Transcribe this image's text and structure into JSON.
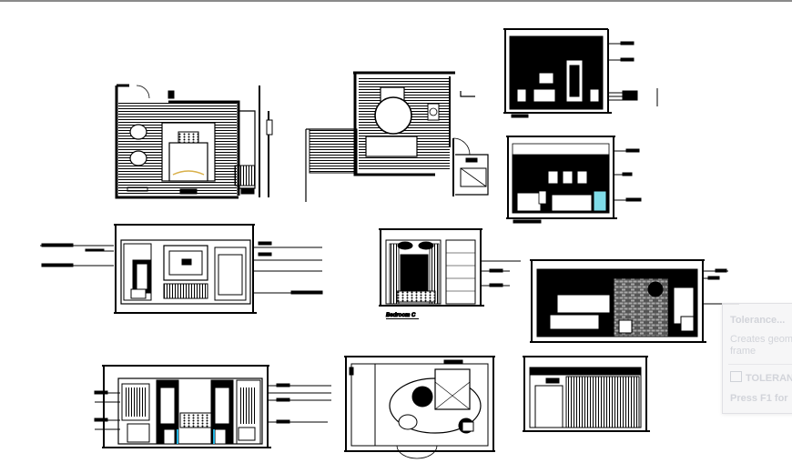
{
  "drawing": {
    "label_bedroom_c": "Bedroom C"
  },
  "tooltip": {
    "title": "Tolerance...",
    "description_line1": "Creates geom",
    "description_line2": "frame",
    "command": "TOLERAN",
    "help": "Press F1 for"
  }
}
